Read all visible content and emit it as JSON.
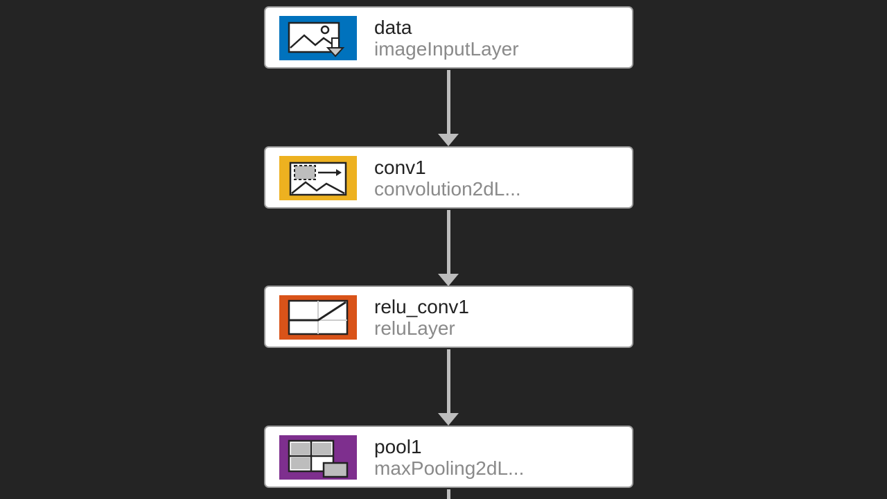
{
  "diagram": {
    "layers": [
      {
        "name": "data",
        "type": "imageInputLayer",
        "icon": "image-input-icon",
        "icon_color": "#0072BD"
      },
      {
        "name": "conv1",
        "type": "convolution2dL...",
        "icon": "convolution-icon",
        "icon_color": "#EDB120"
      },
      {
        "name": "relu_conv1",
        "type": "reluLayer",
        "icon": "relu-icon",
        "icon_color": "#D95319"
      },
      {
        "name": "pool1",
        "type": "maxPooling2dL...",
        "icon": "max-pooling-icon",
        "icon_color": "#7E2F8E"
      }
    ],
    "background_color": "#242424",
    "edge_color": "#BDBDBD"
  }
}
